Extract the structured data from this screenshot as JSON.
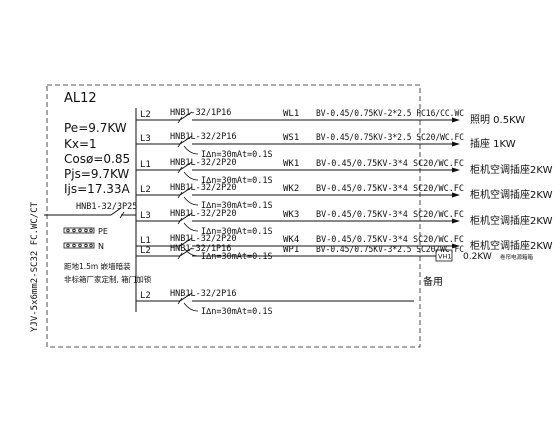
{
  "panel": {
    "name": "AL12",
    "params": [
      "Pe=9.7KW",
      "Kx=1",
      "Cosø=0.85",
      "Pjs=9.7KW",
      "Ijs=17.33A"
    ],
    "main_breaker": "HNB1-32/3P25",
    "incoming_cable": "YJV-5x6mm2-SC32 FC.WC/CT",
    "pe_label": "PE",
    "n_label": "N",
    "note_line1": "距地1.5m 嵌墙暗装",
    "note_line2": "非标箱厂家定制, 箱门加锁"
  },
  "circuits": [
    {
      "phase": "L2",
      "breaker": "HNB1-32/1P16",
      "rcd": "",
      "code": "WL1",
      "cable": "BV-0.45/0.75KV-2*2.5 PC16/CC.WC",
      "load": "照明 0.5KW"
    },
    {
      "phase": "L3",
      "breaker": "HNB1L-32/2P16",
      "rcd": "I∆n=30mAt=0.1S",
      "code": "WS1",
      "cable": "BV-0.45/0.75KV-3*2.5 SC20/WC.FC",
      "load": "插座 1KW"
    },
    {
      "phase": "L1",
      "breaker": "HNB1L-32/2P20",
      "rcd": "I∆n=30mAt=0.1S",
      "code": "WK1",
      "cable": "BV-0.45/0.75KV-3*4 SC20/WC.FC",
      "load": "柜机空调插座2KW"
    },
    {
      "phase": "L2",
      "breaker": "HNB1L-32/2P20",
      "rcd": "I∆n=30mAt=0.1S",
      "code": "WK2",
      "cable": "BV-0.45/0.75KV-3*4 SC20/WC.FC",
      "load": "柜机空调插座2KW"
    },
    {
      "phase": "L3",
      "breaker": "HNB1L-32/2P20",
      "rcd": "I∆n=30mAt=0.1S",
      "code": "WK3",
      "cable": "BV-0.45/0.75KV-3*4 SC20/WC.FC",
      "load": "柜机空调插座2KW"
    },
    {
      "phase": "L1",
      "breaker": "HNB1L-32/2P20",
      "rcd": "I∆n=30mAt=0.1S",
      "code": "WK4",
      "cable": "BV-0.45/0.75KV-3*4 SC20/WC.FC",
      "load": "柜机空调插座2KW"
    },
    {
      "phase": "L2",
      "breaker": "HNB1-32/1P16",
      "rcd": "",
      "code": "WP1",
      "cable": "BV-0.45/0.75KV-3*2.5 SC20/WC.FC",
      "load": "0.2KW",
      "tag": "VH1",
      "tag_note": "卷帘电源箱箱"
    },
    {
      "phase": "L2",
      "breaker": "HNB1L-32/2P16",
      "rcd": "I∆n=30mAt=0.1S",
      "code": "",
      "cable": "",
      "load": "备用"
    }
  ]
}
